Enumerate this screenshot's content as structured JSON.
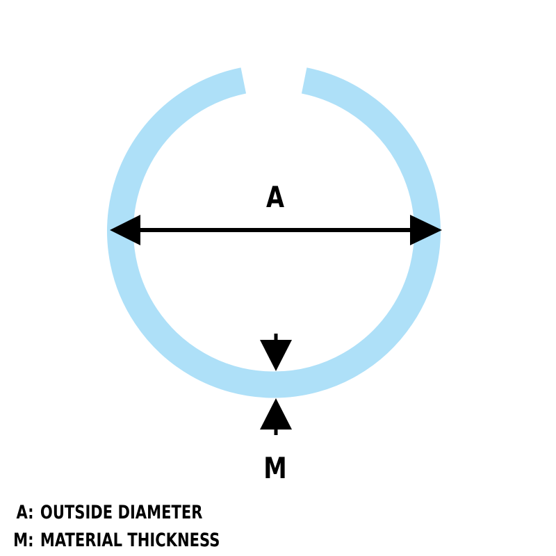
{
  "colors": {
    "ring": "#aee0f8",
    "ink": "#000000",
    "background": "#ffffff"
  },
  "labels": {
    "diameter": "A",
    "thickness": "M"
  },
  "legend": [
    {
      "key": "A:",
      "text": "OUTSIDE DIAMETER"
    },
    {
      "key": "M:",
      "text": "MATERIAL THICKNESS"
    }
  ]
}
